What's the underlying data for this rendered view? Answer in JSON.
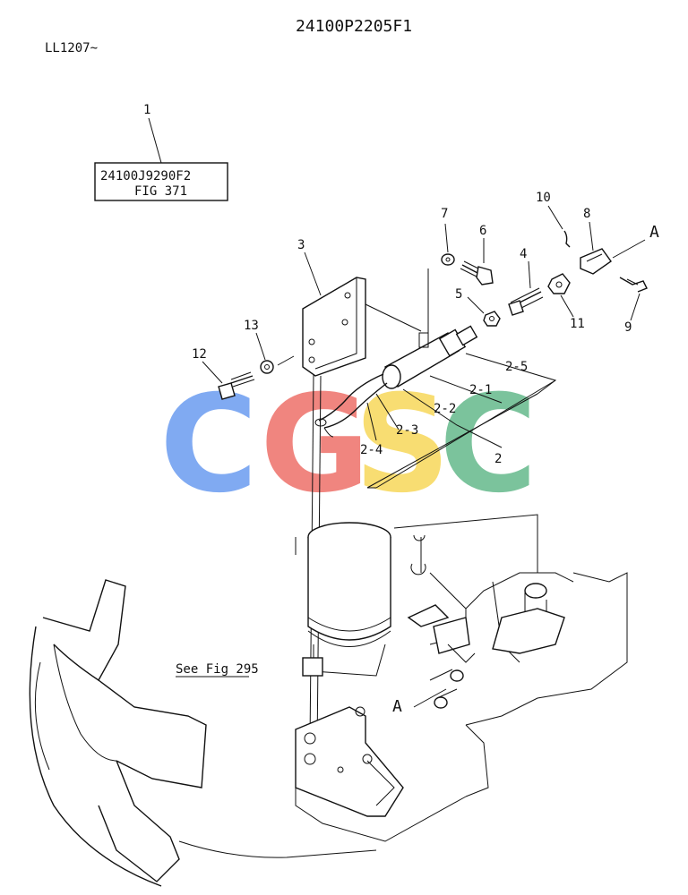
{
  "header": {
    "drawing_code": "24100P2205F1",
    "serial_range": "LL1207~"
  },
  "ref_box": {
    "line1": "24100J9290F2",
    "line2": "FIG 371"
  },
  "callouts": {
    "c1": "1",
    "c2": "2",
    "c2_1": "2-1",
    "c2_2": "2-2",
    "c2_3": "2-3",
    "c2_4": "2-4",
    "c2_5": "2-5",
    "c3": "3",
    "c4": "4",
    "c5": "5",
    "c6": "6",
    "c7": "7",
    "c8": "8",
    "c9": "9",
    "c10": "10",
    "c11": "11",
    "c12": "12",
    "c13": "13",
    "markA_top": "A",
    "markA_bottom": "A"
  },
  "see_fig": "See Fig 295",
  "watermark": {
    "letters": [
      "C",
      "G",
      "S",
      "C"
    ],
    "colors": [
      "#7aa6f2",
      "#f07f79",
      "#f8dc6b",
      "#74c097"
    ]
  }
}
